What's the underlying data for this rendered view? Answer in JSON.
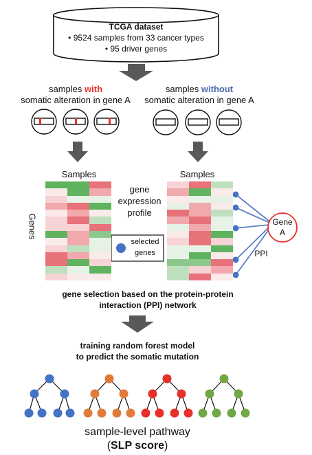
{
  "dataset": {
    "title": "TCGA dataset",
    "bullet1": "9524 samples from 33 cancer types",
    "bullet2": "95 driver genes"
  },
  "with_group": {
    "prefix": "samples ",
    "highlight": "with",
    "line2": "somatic  alteration in gene A"
  },
  "without_group": {
    "prefix": "samples ",
    "highlight": "without",
    "line2": "somatic alteration in gene A"
  },
  "heatmap_left": {
    "col_label": "Samples",
    "row_label": "Genes"
  },
  "heatmap_right": {
    "col_label": "Samples"
  },
  "profile_label": {
    "line1": "gene",
    "line2": "expression",
    "line3": "profile"
  },
  "legend": {
    "line1": "selected",
    "line2": "genes"
  },
  "gene_a": {
    "line1": "Gene",
    "line2": "A"
  },
  "ppi_label": "PPI",
  "selection_caption": {
    "line1": "gene selection based on  the protein-protein",
    "line2": "interaction (PPI) network"
  },
  "training_caption": {
    "line1": "training random forest model",
    "line2": "to predict the somatic mutation"
  },
  "output": {
    "line1": "sample-level pathway",
    "paren_open": "(",
    "bold": "SLP score",
    "paren_close": ")"
  },
  "colors": {
    "red_accent": "#e8302a",
    "blue_accent": "#4a6bb0",
    "arrow_gray": "#595959",
    "tree_blue": "#4472c4",
    "tree_orange": "#e07b39",
    "tree_red": "#e8302a",
    "tree_green": "#70a845"
  }
}
